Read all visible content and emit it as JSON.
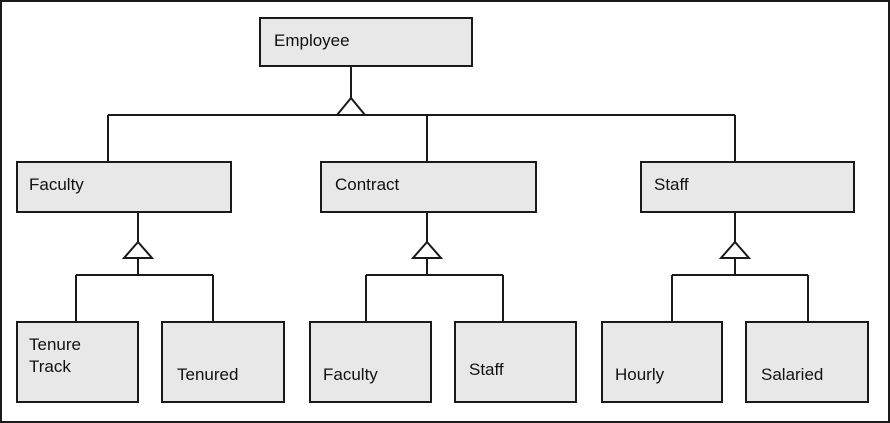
{
  "diagram": {
    "root": {
      "label": "Employee"
    },
    "categories": [
      {
        "label": "Faculty",
        "children": [
          {
            "label": "Tenure\nTrack"
          },
          {
            "label": "Tenured"
          }
        ]
      },
      {
        "label": "Contract",
        "children": [
          {
            "label": "Faculty"
          },
          {
            "label": "Staff"
          }
        ]
      },
      {
        "label": "Staff",
        "children": [
          {
            "label": "Hourly"
          },
          {
            "label": "Salaried"
          }
        ]
      }
    ]
  }
}
